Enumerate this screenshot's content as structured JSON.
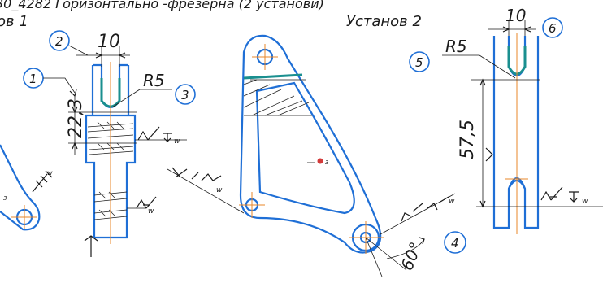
{
  "header": {
    "title": "30_4282 Горизонтально -фрезерна (2 установи)",
    "setup1": "ов 1",
    "setup2": "Установ 2"
  },
  "callouts": [
    "1",
    "2",
    "3",
    "4",
    "5",
    "6"
  ],
  "dimensions": {
    "width_left": "10",
    "radius_left": "R5",
    "height_left": "22,3",
    "width_right": "10",
    "radius_right": "R5",
    "height_right": "57,5",
    "angle": "60°"
  },
  "marks": {
    "w": "w"
  },
  "colors": {
    "part": "#1f6fd6",
    "machined": "#1a8f8f",
    "centerline": "#e8872a",
    "point": "#d33a3a"
  }
}
